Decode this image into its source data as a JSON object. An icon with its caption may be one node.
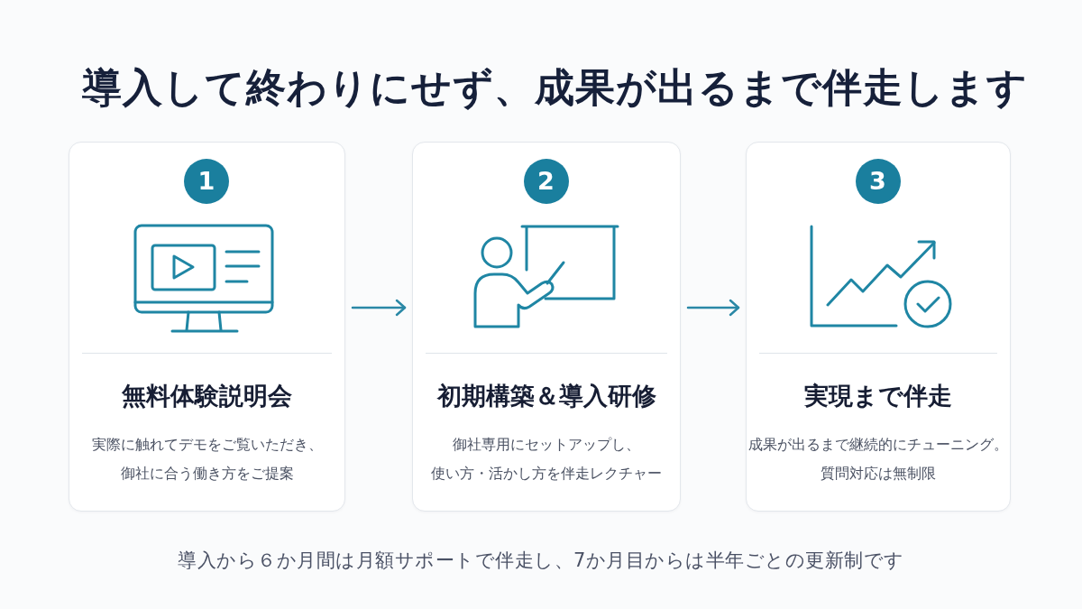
{
  "diagram": {
    "title": "導入して終わりにせず、成果が出るまで伴走します",
    "nodes": [
      {
        "text": [
          "無料体験説明会",
          "実際に触れてデモをご覧いただき、御社に合う働き方をご提案"
        ]
      },
      {
        "text": [
          "1"
        ],
        "in": 0
      },
      {
        "text": [
          "初期構築＆導入研修",
          "御社専用にセットアップし、使い方・活かし方を伴走レクチャー"
        ]
      },
      {
        "text": [
          "2"
        ],
        "in": 2
      },
      {
        "text": [
          "実現まで伴走",
          "成果が出るまで継続的にチューニング。質問対応は無制限"
        ]
      },
      {
        "text": [
          "3"
        ],
        "in": 4
      }
    ],
    "edges": [
      {
        "from": 0,
        "to": 2,
        "arrow": "to"
      },
      {
        "from": 2,
        "to": 4,
        "arrow": "to"
      }
    ],
    "labels": [
      "導入から６か月間は月額サポートで伴走し、7か月目からは半年ごとの更新制です"
    ]
  }
}
